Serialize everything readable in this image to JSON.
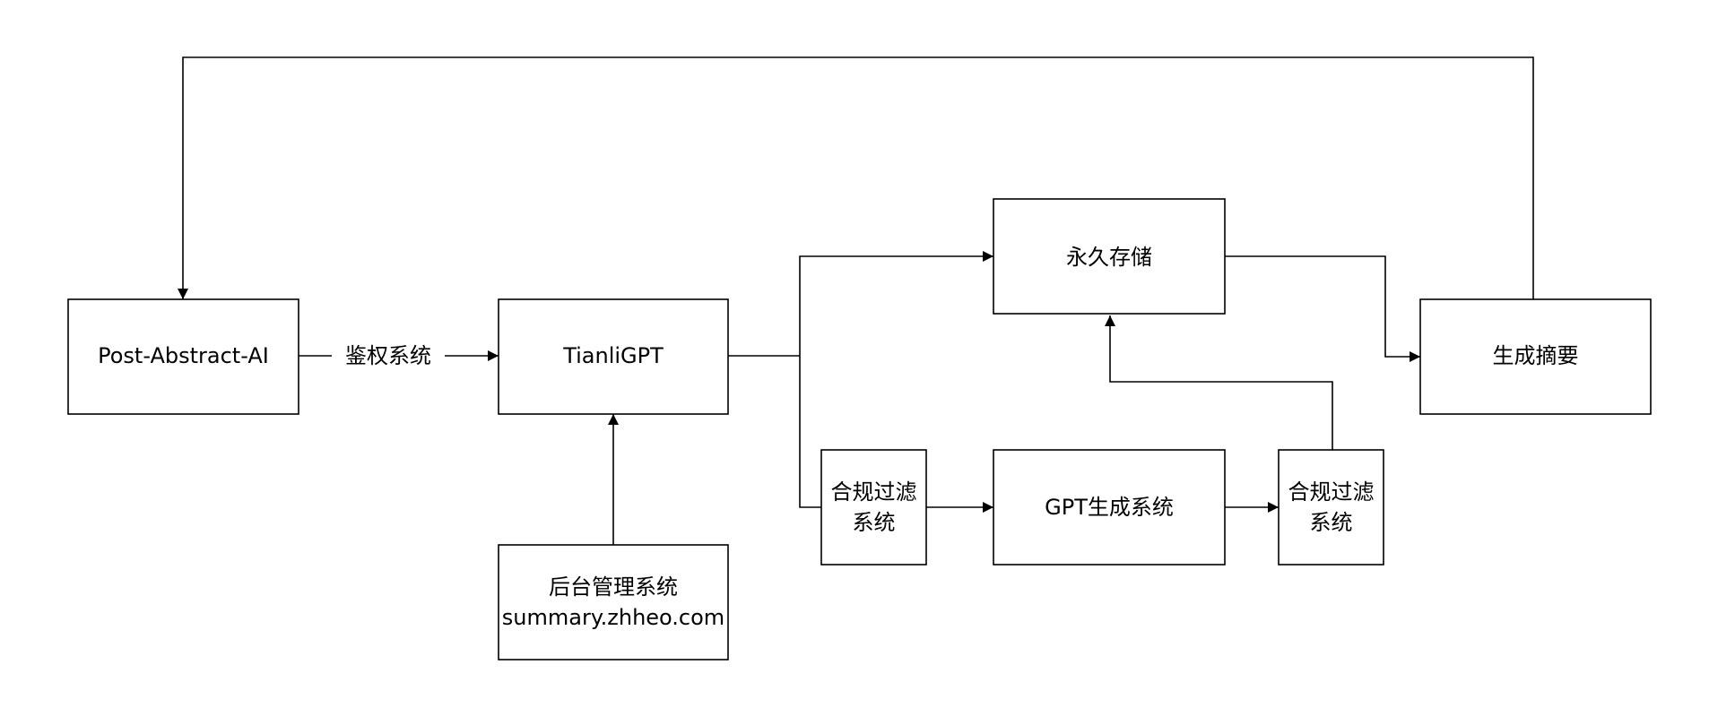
{
  "nodes": {
    "post_abstract_ai": {
      "label": "Post-Abstract-AI"
    },
    "tianligpt": {
      "label": "TianliGPT"
    },
    "admin_system": {
      "line1": "后台管理系统",
      "line2": "summary.zhheo.com"
    },
    "permanent_storage": {
      "label": "永久存储"
    },
    "compliance_filter_1": {
      "line1": "合规过滤",
      "line2": "系统"
    },
    "gpt_generation": {
      "label": "GPT生成系统"
    },
    "compliance_filter_2": {
      "line1": "合规过滤",
      "line2": "系统"
    },
    "generate_summary": {
      "label": "生成摘要"
    }
  },
  "edges": {
    "auth_label": "鉴权系统"
  }
}
